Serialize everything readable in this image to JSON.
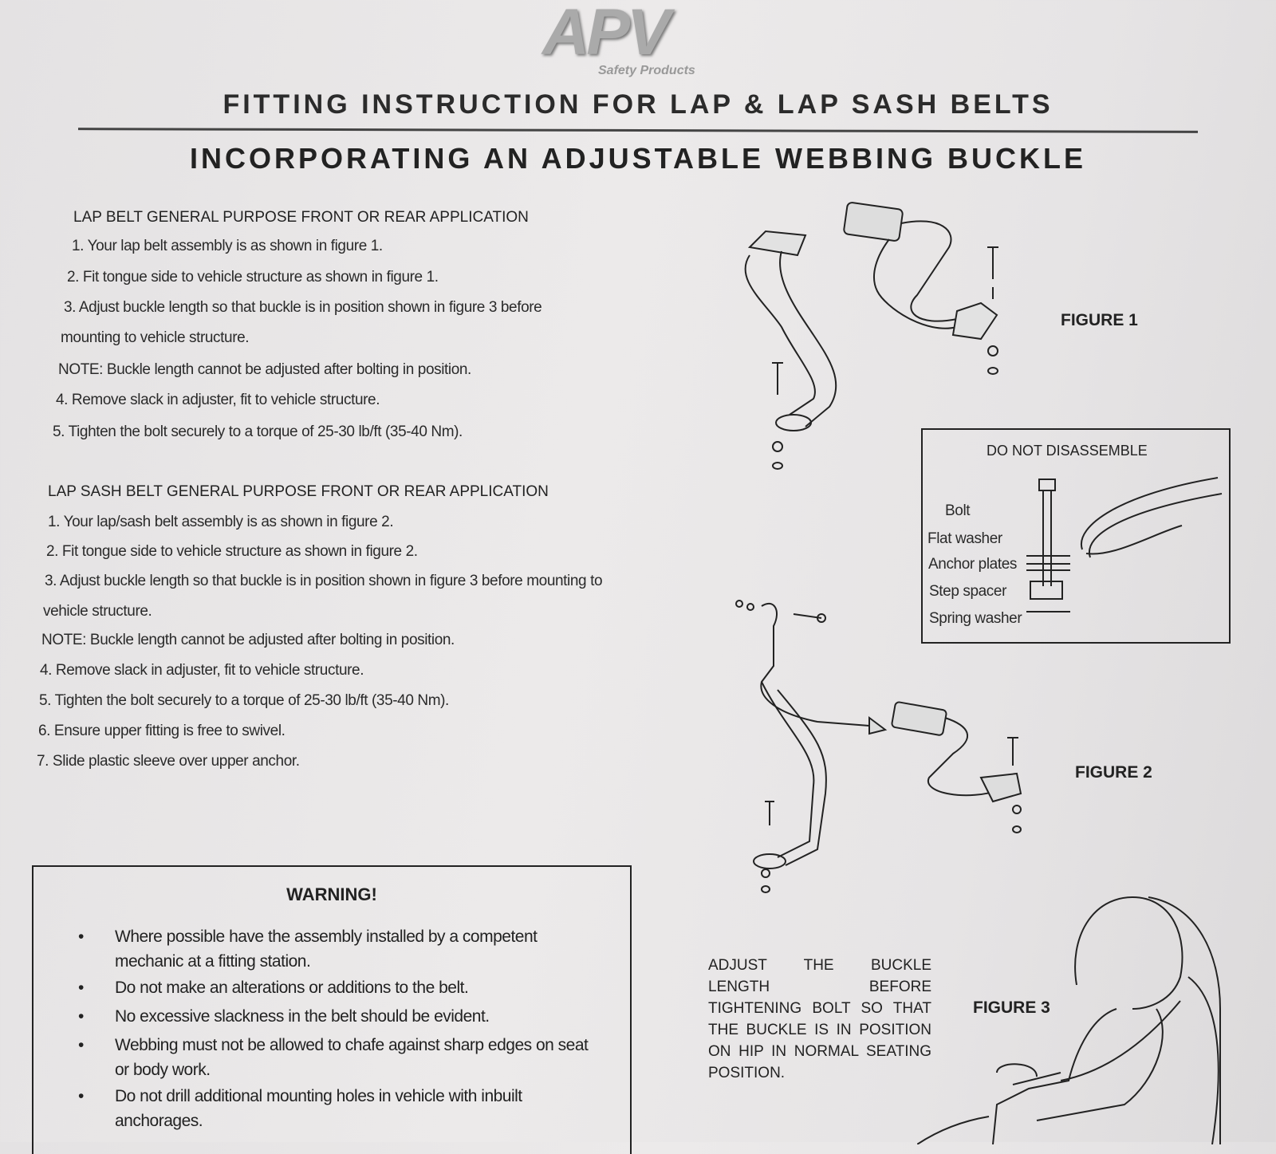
{
  "logo": {
    "word": "APV",
    "subtitle": "Safety Products"
  },
  "title_line1": "FITTING INSTRUCTION FOR LAP & LAP SASH BELTS",
  "title_line2": "INCORPORATING AN ADJUSTABLE WEBBING BUCKLE",
  "lap_belt": {
    "heading": "LAP BELT GENERAL PURPOSE FRONT OR REAR APPLICATION",
    "lines": [
      "1. Your lap belt assembly is as shown in figure 1.",
      "2. Fit tongue side to vehicle structure as shown in figure 1.",
      "3. Adjust buckle length so that buckle is in position shown in figure 3 before",
      "mounting to vehicle structure.",
      "NOTE: Buckle length cannot be adjusted after bolting in position.",
      "4. Remove slack in adjuster, fit to vehicle structure.",
      "5. Tighten the bolt securely to a torque of 25-30 lb/ft (35-40 Nm)."
    ]
  },
  "lap_sash_belt": {
    "heading": "LAP SASH BELT GENERAL PURPOSE FRONT OR REAR APPLICATION",
    "lines": [
      "1. Your lap/sash belt assembly is as shown in figure 2.",
      "2. Fit tongue side to vehicle structure as shown in figure 2.",
      "3. Adjust buckle length so that buckle is in position shown in figure 3 before mounting to",
      "vehicle structure.",
      "NOTE: Buckle length cannot be adjusted after bolting in position.",
      "4. Remove slack in adjuster, fit to vehicle structure.",
      "5. Tighten the bolt securely to a torque of 25-30 lb/ft (35-40 Nm).",
      "6. Ensure upper fitting is free to swivel.",
      "7. Slide plastic sleeve over upper anchor."
    ]
  },
  "warning": {
    "title": "WARNING!",
    "items": [
      "Where possible have the assembly installed by a competent mechanic at a fitting station.",
      "Do not make an alterations or additions to the belt.",
      "No excessive slackness in the belt should be evident.",
      "Webbing must not be allowed to chafe against sharp edges on seat or body work.",
      "Do not drill additional mounting holes in vehicle with inbuilt anchorages."
    ]
  },
  "figure1": {
    "label": "FIGURE 1"
  },
  "detail_box": {
    "title": "DO NOT DISASSEMBLE",
    "parts": [
      "Bolt",
      "Flat washer",
      "Anchor plates",
      "Step spacer",
      "Spring washer"
    ]
  },
  "figure2": {
    "label": "FIGURE 2"
  },
  "figure3": {
    "label": "FIGURE 3",
    "caption": "ADJUST THE BUCKLE LENGTH BEFORE TIGHTENING BOLT SO THAT THE BUCKLE IS IN POSITION ON HIP IN NORMAL SEATING POSITION."
  }
}
